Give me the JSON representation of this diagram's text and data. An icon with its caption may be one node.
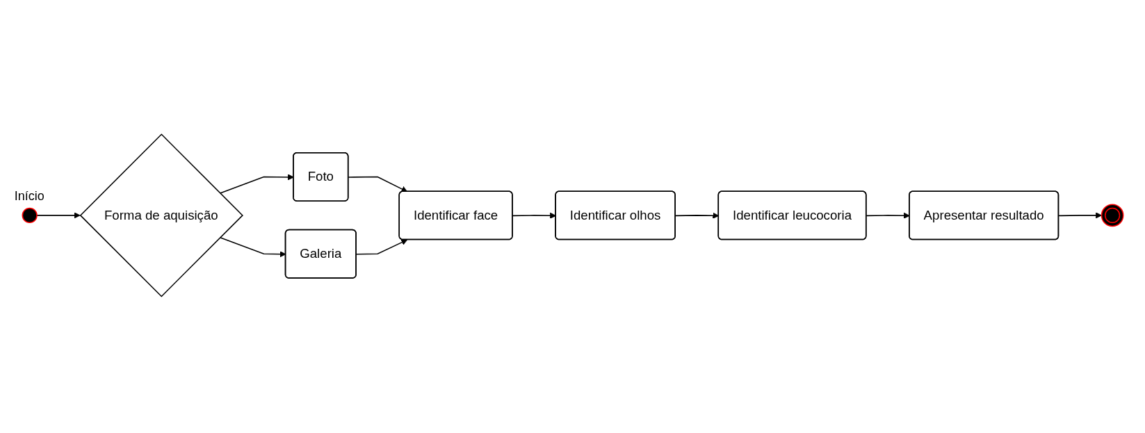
{
  "diagram": {
    "nodes": [
      {
        "text": [],
        "shape": "circle",
        "beside": [
          "Início"
        ]
      },
      {
        "text": [
          "Forma de aquisição"
        ]
      },
      {
        "text": [
          "Foto"
        ]
      },
      {
        "text": [
          "Galeria"
        ]
      },
      {
        "text": [
          "Identificar face"
        ]
      },
      {
        "text": [
          "Identificar olhos"
        ]
      },
      {
        "text": [
          "Identificar leucocoria"
        ]
      },
      {
        "text": [
          "Apresentar resultado"
        ]
      },
      {
        "text": [],
        "shape": "circle"
      }
    ],
    "edges": [
      {
        "from": 0,
        "to": 1,
        "arrow": "to"
      },
      {
        "from": 1,
        "to": 2,
        "arrow": "to"
      },
      {
        "from": 1,
        "to": 3,
        "arrow": "to"
      },
      {
        "from": 2,
        "to": 4,
        "arrow": "to"
      },
      {
        "from": 3,
        "to": 4,
        "arrow": "to"
      },
      {
        "from": 4,
        "to": 5,
        "arrow": "to"
      },
      {
        "from": 5,
        "to": 6,
        "arrow": "to"
      },
      {
        "from": 6,
        "to": 7,
        "arrow": "to"
      },
      {
        "from": 7,
        "to": 8,
        "arrow": "to"
      }
    ]
  }
}
